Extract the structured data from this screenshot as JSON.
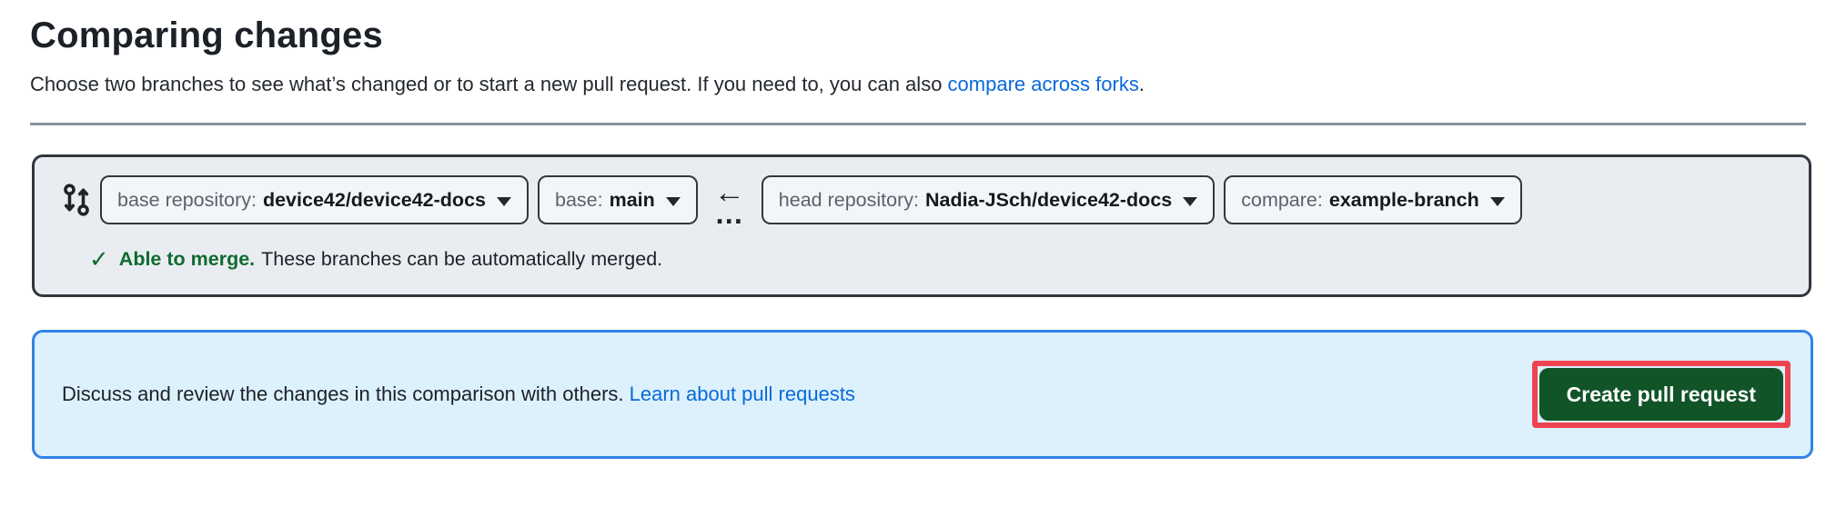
{
  "header": {
    "title": "Comparing changes",
    "subtitle": {
      "text": "Choose two branches to see what’s changed or to start a new pull request. If you need to, you can also ",
      "link": "compare across forks",
      "suffix": "."
    }
  },
  "compare_bar": {
    "icon": "git-compare-icon",
    "selectors": [
      {
        "label": "base repository:",
        "value": "device42/device42-docs"
      },
      {
        "label": "base:",
        "value": "main"
      },
      {
        "label": "head repository:",
        "value": "Nadia-JSch/device42-docs"
      },
      {
        "label": "compare:",
        "value": "example-branch"
      }
    ],
    "direction_arrow": "←",
    "direction_ellipsis": "…",
    "merge_status": {
      "check": "✓",
      "headline": "Able to merge.",
      "detail": "These branches can be automatically merged."
    }
  },
  "info_banner": {
    "message": "Discuss and review the changes in this comparison with others.",
    "link": "Learn about pull requests",
    "create_button": "Create pull request"
  },
  "colors": {
    "link_blue": "#0969da",
    "success_green": "#0f6b2e",
    "button_green": "#115428",
    "highlight_red": "#ef4450",
    "banner_bg": "#dcf1fc",
    "banner_border": "#3382e8",
    "bar_bg": "#e9edf1",
    "bar_border": "#31373e"
  }
}
